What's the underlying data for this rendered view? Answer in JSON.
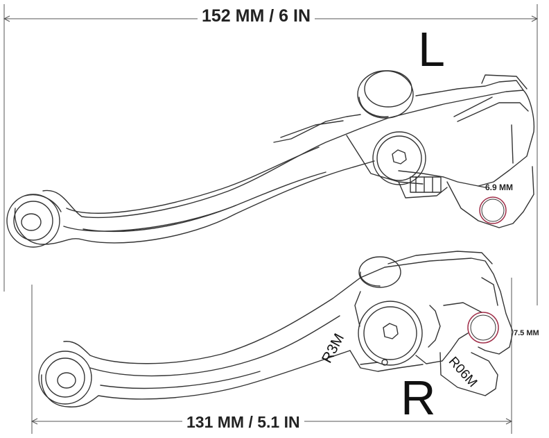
{
  "dimensions": {
    "overall_length": "152 MM / 6 IN",
    "lever_length": "131 MM / 5.1 IN",
    "left_hole": "6.9 MM",
    "right_hole": "7.5 MM"
  },
  "labels": {
    "left": "L",
    "right": "R"
  },
  "engravings": {
    "right_lever_mark": "R3M",
    "right_perch_mark": "R06M"
  },
  "colors": {
    "line": "#333333",
    "hole_highlight": "#a0304a"
  }
}
